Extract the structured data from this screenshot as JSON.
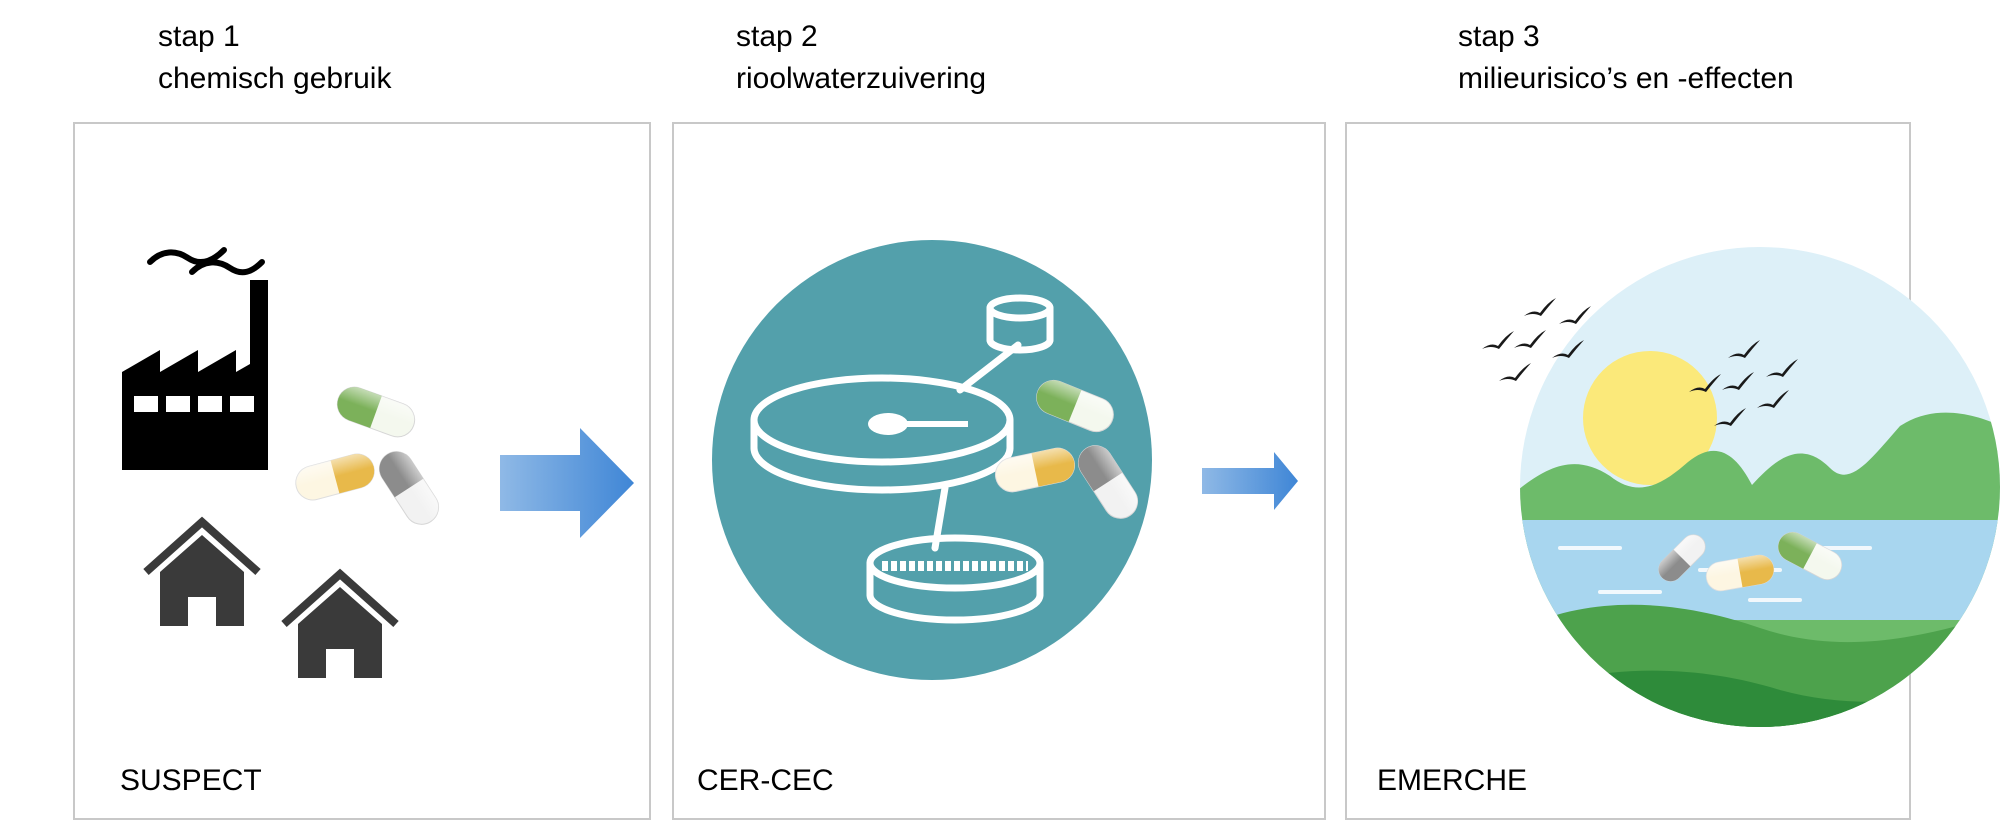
{
  "steps": [
    {
      "title": "stap 1",
      "subtitle": "chemisch gebruik",
      "project": "SUSPECT",
      "icons": [
        "factory-icon",
        "house-icon",
        "pill-icon"
      ]
    },
    {
      "title": "stap 2",
      "subtitle": "rioolwaterzuivering",
      "project": "CER-CEC",
      "icons": [
        "treatment-plant-icon",
        "pill-icon"
      ]
    },
    {
      "title": "stap 3",
      "subtitle": "milieurisico’s en -effecten",
      "project": "EMERCHE",
      "icons": [
        "landscape-icon",
        "sun-icon",
        "bird-icon",
        "pill-icon"
      ]
    }
  ],
  "colors": {
    "arrow": "#4a8fd8",
    "teal_circle": "#53a0ab",
    "sun": "#fbe97a",
    "sky": "#ddf0f8",
    "hill": "#6dbb6a",
    "water": "#a8d6ef",
    "pill_green": "#7cb15a",
    "pill_yellow": "#e8b94a",
    "pill_grey": "#8c8c8c"
  }
}
